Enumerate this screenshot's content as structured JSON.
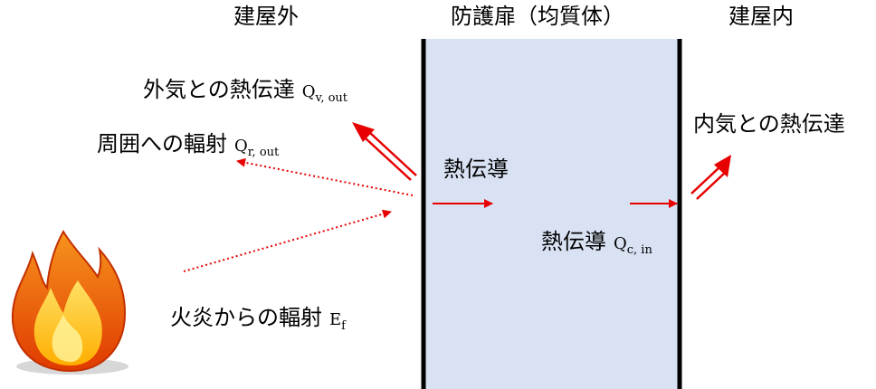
{
  "headers": {
    "outside": "建屋外",
    "door": "防護扉（均質体）",
    "inside": "建屋内"
  },
  "labels": {
    "convection_out": {
      "text": "外気との熱伝達",
      "symbol": "Q",
      "subscript": "v, out"
    },
    "radiation_out": {
      "text": "周囲への輻射",
      "symbol": "Q",
      "subscript": "r, out"
    },
    "conduction_in_wall": {
      "text": "熱伝導"
    },
    "conduction_in": {
      "text": "熱伝導",
      "symbol": "Q",
      "subscript": "c, in"
    },
    "convection_in": {
      "text": "内気との熱伝達"
    },
    "flame_radiation": {
      "text": "火炎からの輻射",
      "symbol": "E",
      "subscript": "f"
    }
  },
  "colors": {
    "arrow": "#e60000",
    "door_fill": "#d9e2f3",
    "door_edge": "#000000",
    "flame_outer": "#f26522",
    "flame_inner": "#ffd700"
  },
  "icons": {
    "flame": "flame-icon"
  }
}
